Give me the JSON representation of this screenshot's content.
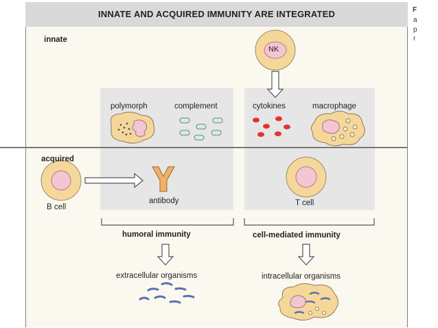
{
  "title": "INNATE AND ACQUIRED IMMUNITY ARE INTEGRATED",
  "rows": {
    "innate": "innate",
    "acquired": "acquired"
  },
  "nk_cell": "NK",
  "innate_components": {
    "polymorph": "polymorph",
    "complement": "complement",
    "cytokines": "cytokines",
    "macrophage": "macrophage"
  },
  "acquired_components": {
    "b_cell": "B cell",
    "antibody": "antibody",
    "t_cell": "T cell"
  },
  "immunity": {
    "humoral": "humoral immunity",
    "cell_mediated": "cell-mediated immunity"
  },
  "targets": {
    "extracellular": "extracellular organisms",
    "intracellular": "intracellular organisms"
  },
  "edge_letters": [
    "F",
    "a",
    "p",
    "r"
  ],
  "colors": {
    "cell_fill": "#f6d79a",
    "nucleus_fill": "#f4c6d4",
    "antibody_fill": "#f0b067",
    "cytokine_dot": "#e2332f",
    "complement_fill": "#d6ece0",
    "organism": "#5a6fb0",
    "panel": "#e6e6e6",
    "band": "#d9d9d9"
  }
}
